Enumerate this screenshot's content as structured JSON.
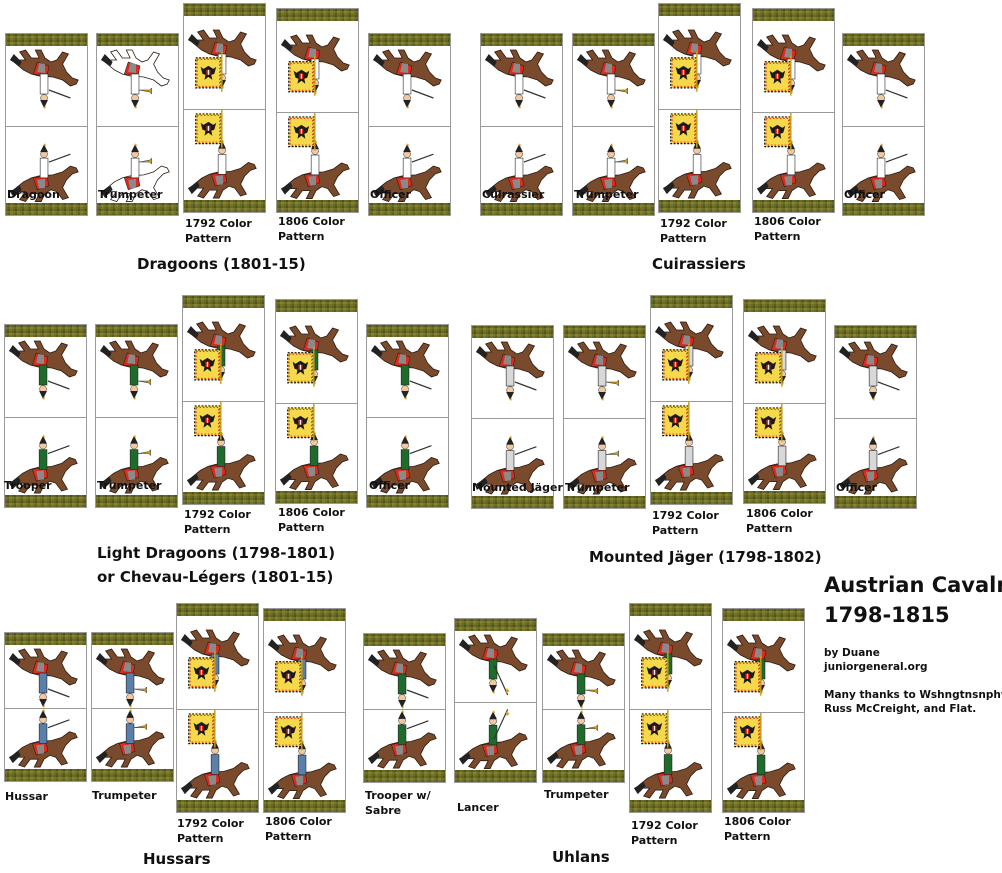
{
  "header": {
    "title_line1": "Austrian Cavalry,",
    "title_line2": "1798-1815",
    "byline": "by Duane",
    "site": "juniorgeneral.org",
    "thanks_line1": "Many thanks to Wshngtnsnphw,",
    "thanks_line2": "Russ McCreight, and Flat."
  },
  "colors": {
    "horse": "#7a4a2c",
    "flag_yellow": "#f5d94a",
    "saddle_red": "#e0291b",
    "grass": "#5d6420",
    "dragoon_coat": "#ffffff",
    "light_dragoon_coat": "#1f6b2b",
    "jager_coat": "#d8d8d8",
    "hussar_coat": "#5a7fa8",
    "uhlan_coat": "#1f6b2b"
  },
  "sections": [
    {
      "title": "Dragoons (1801-15)",
      "cards": [
        {
          "label": "Dragoon",
          "type": "trooper",
          "coat": "dragoon_coat"
        },
        {
          "label": "Trumpeter",
          "type": "trumpeter",
          "coat": "dragoon_coat",
          "white_horse": true
        },
        {
          "label": "1792 Color Pattern",
          "label1": "1792 Color",
          "label2": "Pattern",
          "type": "color"
        },
        {
          "label": "1806 Color Pattern",
          "label1": "1806 Color",
          "label2": "Pattern",
          "type": "color"
        },
        {
          "label": "Officer",
          "type": "officer",
          "coat": "dragoon_coat"
        }
      ]
    },
    {
      "title": "Cuirassiers",
      "cards": [
        {
          "label": "Cuirassier",
          "type": "trooper"
        },
        {
          "label": "Trumpeter",
          "type": "trumpeter"
        },
        {
          "label1": "1792 Color",
          "label2": "Pattern",
          "type": "color"
        },
        {
          "label1": "1806 Color",
          "label2": "Pattern",
          "type": "color"
        },
        {
          "label": "Officer",
          "type": "officer"
        }
      ]
    },
    {
      "title_line1": "Light Dragoons (1798-1801)",
      "title_line2": "or Chevau-Légers (1801-15)",
      "cards": [
        {
          "label": "Trooper",
          "type": "trooper"
        },
        {
          "label": "Trumpeter",
          "type": "trumpeter"
        },
        {
          "label1": "1792 Color",
          "label2": "Pattern",
          "type": "color"
        },
        {
          "label1": "1806 Color",
          "label2": "Pattern",
          "type": "color"
        },
        {
          "label": "Officer",
          "type": "officer"
        }
      ]
    },
    {
      "title": "Mounted Jäger (1798-1802)",
      "cards": [
        {
          "label": "Mounted Jäger",
          "type": "trooper"
        },
        {
          "label": "Trumpeter",
          "type": "trumpeter"
        },
        {
          "label1": "1792 Color",
          "label2": "Pattern",
          "type": "color"
        },
        {
          "label1": "1806 Color",
          "label2": "Pattern",
          "type": "color"
        },
        {
          "label": "Officer",
          "type": "officer"
        }
      ]
    },
    {
      "title": "Hussars",
      "cards": [
        {
          "label": "Hussar",
          "type": "trooper"
        },
        {
          "label": "Trumpeter",
          "type": "trumpeter"
        },
        {
          "label1": "1792 Color",
          "label2": "Pattern",
          "type": "color"
        },
        {
          "label1": "1806 Color",
          "label2": "Pattern",
          "type": "color"
        }
      ]
    },
    {
      "title": "Uhlans",
      "cards": [
        {
          "label1": "Trooper w/",
          "label2": "Sabre",
          "type": "trooper"
        },
        {
          "label": "Lancer",
          "type": "lancer"
        },
        {
          "label": "Trumpeter",
          "type": "trumpeter"
        },
        {
          "label1": "1792 Color",
          "label2": "Pattern",
          "type": "color"
        },
        {
          "label1": "1806 Color",
          "label2": "Pattern",
          "type": "color"
        }
      ]
    }
  ]
}
